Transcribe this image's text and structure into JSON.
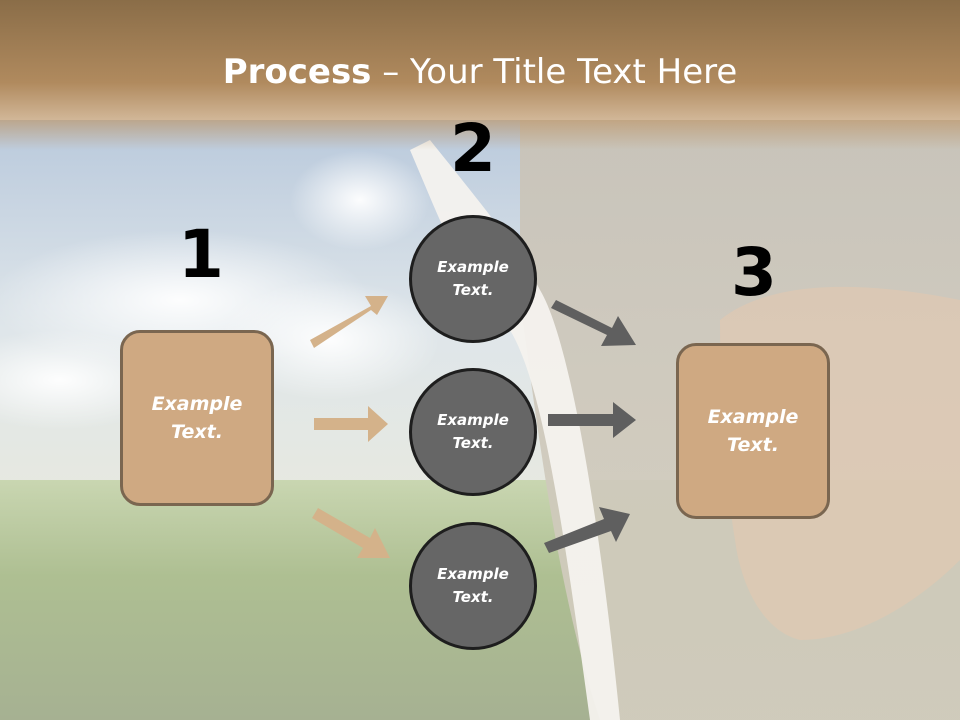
{
  "title": {
    "bold": "Process",
    "rest": " – Your Title Text Here"
  },
  "steps": {
    "one": "1",
    "two": "2",
    "three": "3"
  },
  "left_box": {
    "line1": "Example",
    "line2": "Text."
  },
  "circles": [
    {
      "line1": "Example",
      "line2": "Text."
    },
    {
      "line1": "Example",
      "line2": "Text."
    },
    {
      "line1": "Example",
      "line2": "Text."
    }
  ],
  "right_box": {
    "line1": "Example",
    "line2": "Text."
  },
  "colors": {
    "tan_arrow": "#d4b28a",
    "gray_arrow": "#5f5f5f",
    "box_fill": "#cfa982",
    "circle_fill": "#666666"
  }
}
